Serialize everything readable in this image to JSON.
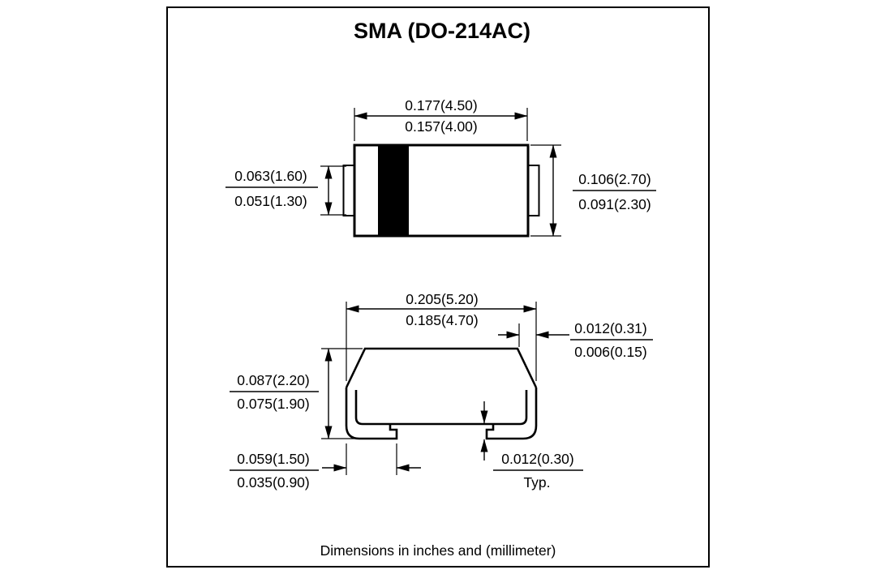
{
  "title": "SMA (DO-214AC)",
  "footer": "Dimensions in inches and (millimeter)",
  "colors": {
    "ink": "#000000",
    "background": "#ffffff"
  },
  "top_view": {
    "body_width": {
      "max": "0.177(4.50)",
      "min": "0.157(4.00)"
    },
    "terminal_width": {
      "max": "0.063(1.60)",
      "min": "0.051(1.30)"
    },
    "body_height": {
      "max": "0.106(2.70)",
      "min": "0.091(2.30)"
    }
  },
  "side_view": {
    "overall_length": {
      "max": "0.205(5.20)",
      "min": "0.185(4.70)"
    },
    "lead_protrusion": {
      "max": "0.012(0.31)",
      "min": "0.006(0.15)"
    },
    "body_height": {
      "max": "0.087(2.20)",
      "min": "0.075(1.90)"
    },
    "foot_length": {
      "max": "0.059(1.50)",
      "min": "0.035(0.90)"
    },
    "lead_thickness": {
      "value": "0.012(0.30)",
      "qualifier": "Typ."
    }
  }
}
